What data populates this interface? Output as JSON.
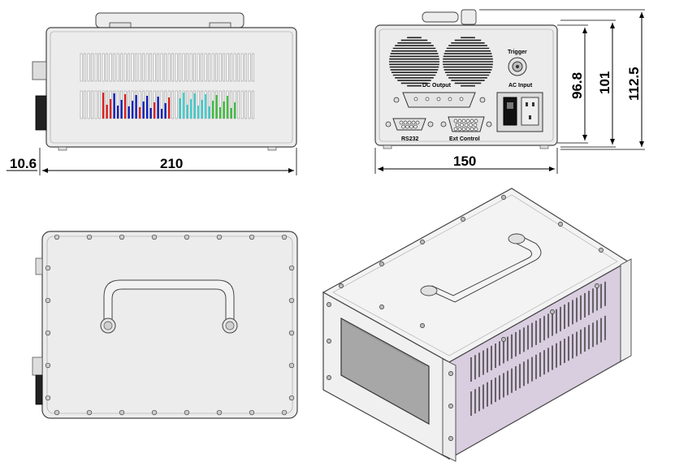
{
  "dimensions": {
    "left_offset": "10.6",
    "side_width": "210",
    "rear_width": "150",
    "height_a": "96.8",
    "height_b": "101",
    "height_c": "112.5"
  },
  "rear_labels": {
    "trigger": "Trigger",
    "dc_output": "DC Output",
    "ac_input": "AC Input",
    "rs232": "RS232",
    "ext_control": "Ext Control"
  },
  "colors": {
    "panel": "#e8e8e8",
    "panel_stroke": "#444444",
    "side_panel": "#d9cde0",
    "window": "#a7a7a7",
    "vent_red": "#e02020",
    "vent_blue": "#1020c0",
    "vent_cyan": "#40d0d0",
    "vent_green": "#40c040"
  }
}
